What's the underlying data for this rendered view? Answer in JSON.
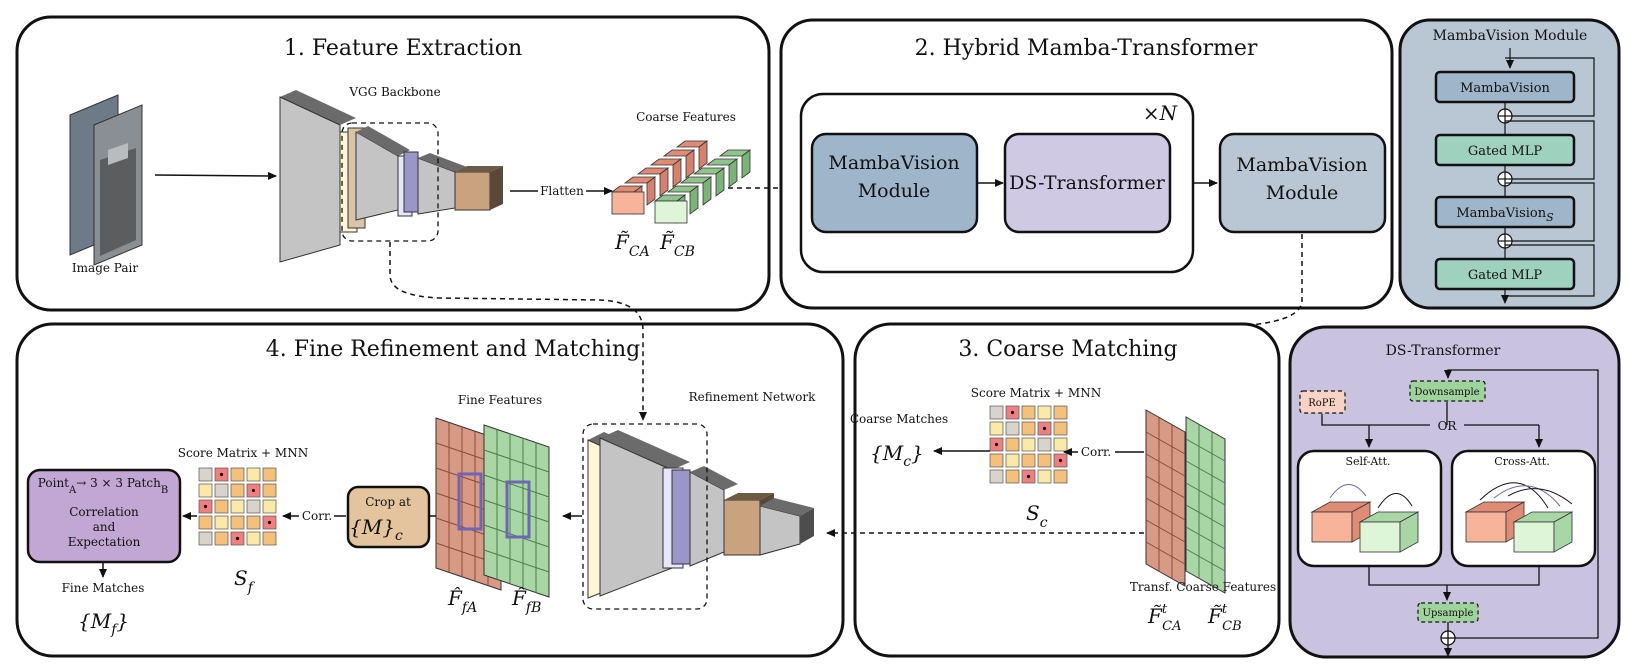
{
  "panels": {
    "feature_extraction": "1. Feature Extraction",
    "hybrid": "2. Hybrid Mamba-Transformer",
    "coarse_matching": "3. Coarse Matching",
    "fine_refinement": "4. Fine Refinement and Matching",
    "mambavision_module": "MambaVision Module",
    "ds_transformer": "DS-Transformer"
  },
  "feature_extraction": {
    "image_pair": "Image Pair",
    "vgg_backbone": "VGG Backbone",
    "flatten": "Flatten",
    "coarse_features": "Coarse Features",
    "fca": "F̃",
    "fca_sub": "CA",
    "fcb": "F̃",
    "fcb_sub": "CB"
  },
  "hybrid": {
    "repeat": "×N",
    "mv_module_1_line1": "MambaVision",
    "mv_module_1_line2": "Module",
    "ds_transformer": "DS-Transformer",
    "mv_module_2_line1": "MambaVision",
    "mv_module_2_line2": "Module"
  },
  "mambavision_module": {
    "blocks": [
      "MambaVision",
      "Gated MLP",
      "MambaVision",
      "Gated MLP"
    ],
    "block3_sub": "S"
  },
  "coarse_matching": {
    "score_matrix": "Score Matrix + MNN",
    "coarse_matches": "Coarse Matches",
    "mc": "{M",
    "mc_sub": "c",
    "mc_close": "}",
    "corr": "Corr.",
    "sc": "S",
    "sc_sub": "c",
    "transf_features": "Transf. Coarse Features",
    "fta": "F̃",
    "fta_sup": "t",
    "fta_sub": "CA",
    "ftb": "F̃",
    "ftb_sup": "t",
    "ftb_sub": "CB"
  },
  "fine_refinement": {
    "refinement_network": "Refinement Network",
    "fine_features": "Fine Features",
    "ffa": "F̂",
    "ffa_sub": "fA",
    "ffb": "F̂",
    "ffb_sub": "fB",
    "crop_line1": "Crop at",
    "crop_line2": "{M}",
    "crop_sub": "c",
    "corr": "Corr.",
    "score_matrix": "Score Matrix + MNN",
    "sf": "S",
    "sf_sub": "f",
    "point_line1": "Point",
    "point_line1_sub": "A",
    "point_arrow": "→ 3 × 3 Patch",
    "point_line1_sub2": "B",
    "correlation": "Correlation",
    "and": "and",
    "expectation": "Expectation",
    "fine_matches": "Fine Matches",
    "mf": "{M",
    "mf_sub": "f",
    "mf_close": "}"
  },
  "ds_transformer": {
    "rope": "RoPE",
    "downsample": "Downsample",
    "or": "OR",
    "self_att": "Self-Att.",
    "cross_att": "Cross-Att.",
    "upsample": "Upsample"
  },
  "score_matrix_cells": [
    [
      "g",
      "r",
      "o",
      "y",
      "o"
    ],
    [
      "y",
      "g",
      "o",
      "r",
      "o"
    ],
    [
      "r",
      "o",
      "y",
      "g",
      "y"
    ],
    [
      "o",
      "y",
      "o",
      "o",
      "r"
    ],
    [
      "g",
      "o",
      "r",
      "y",
      "o"
    ]
  ],
  "colors": {
    "mv_block": "#9fb5c9",
    "mv_panel": "#b8c7d3",
    "mlp_block": "#9fd1bf",
    "ds_block": "#cfc9e3",
    "ds_panel": "#c9c3e0",
    "purple_box": "#c2a6d3",
    "crop_box": "#e4c49c",
    "salmon": "#f4a98d",
    "green": "#9fd39c"
  }
}
